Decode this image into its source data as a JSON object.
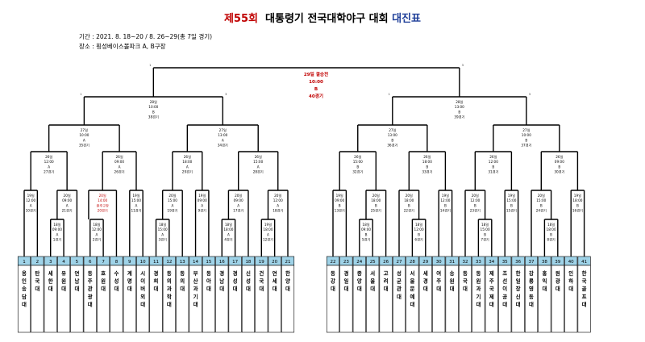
{
  "header": {
    "title_edition": "제55회",
    "title_main": "대통령기 전국대학야구 대회",
    "title_suffix": "대진표",
    "period": "기간 : 2021. 8. 18~20 / 8. 26~29(총 7일 경기)",
    "venue": "장소 : 횡성베이스볼파크 A, B구장"
  },
  "final_game": [
    "29일 결승전",
    "10:00",
    "B",
    "40경기"
  ],
  "teams": [
    {
      "num": "1",
      "name": "용인송담대"
    },
    {
      "num": "2",
      "name": "탄국대"
    },
    {
      "num": "3",
      "name": "세한대"
    },
    {
      "num": "4",
      "name": "유원대"
    },
    {
      "num": "5",
      "name": "연남대"
    },
    {
      "num": "6",
      "name": "동주관광대"
    },
    {
      "num": "7",
      "name": "호원대"
    },
    {
      "num": "8",
      "name": "수성대"
    },
    {
      "num": "9",
      "name": "계명대"
    },
    {
      "num": "10",
      "name": "시이버외대"
    },
    {
      "num": "11",
      "name": "경희대"
    },
    {
      "num": "12",
      "name": "동의과학대"
    },
    {
      "num": "13",
      "name": "동의대"
    },
    {
      "num": "14",
      "name": "부산과기대"
    },
    {
      "num": "15",
      "name": "동아대"
    },
    {
      "num": "16",
      "name": "경남대"
    },
    {
      "num": "17",
      "name": "경성대"
    },
    {
      "num": "18",
      "name": "신성대"
    },
    {
      "num": "19",
      "name": "건국대"
    },
    {
      "num": "20",
      "name": "연세대"
    },
    {
      "num": "21",
      "name": "한양대"
    },
    {
      "num": "22",
      "name": "동강대"
    },
    {
      "num": "23",
      "name": "경일대"
    },
    {
      "num": "24",
      "name": "중앙대"
    },
    {
      "num": "25",
      "name": "서울대"
    },
    {
      "num": "26",
      "name": "고려대"
    },
    {
      "num": "27",
      "name": "성균관대"
    },
    {
      "num": "28",
      "name": "서울문예대"
    },
    {
      "num": "29",
      "name": "세경대"
    },
    {
      "num": "30",
      "name": "여주대"
    },
    {
      "num": "31",
      "name": "송원대"
    },
    {
      "num": "32",
      "name": "동국대"
    },
    {
      "num": "33",
      "name": "동원과기대"
    },
    {
      "num": "34",
      "name": "제주국제대"
    },
    {
      "num": "35",
      "name": "조선이공대"
    },
    {
      "num": "36",
      "name": "한일장신대"
    },
    {
      "num": "37",
      "name": "강릉영동대"
    },
    {
      "num": "38",
      "name": "홍익대"
    },
    {
      "num": "39",
      "name": "원광대"
    },
    {
      "num": "40",
      "name": "인하대"
    },
    {
      "num": "41",
      "name": "한국골프대"
    }
  ],
  "games": [
    {
      "id": "g1",
      "info": [
        "18일",
        "09:00",
        "A",
        "1경기"
      ],
      "red": false
    },
    {
      "id": "g2",
      "info": [
        "18일",
        "12:00",
        "A",
        "2경기"
      ],
      "red": false
    },
    {
      "id": "g3",
      "info": [
        "18일",
        "15:00",
        "A",
        "3경기"
      ],
      "red": false
    },
    {
      "id": "g4",
      "info": [
        "18일",
        "18:00",
        "A",
        "4경기"
      ],
      "red": false
    },
    {
      "id": "g5",
      "info": [
        "18일",
        "09:00",
        "B",
        "5경기"
      ],
      "red": false
    },
    {
      "id": "g6",
      "info": [
        "18일",
        "12:00",
        "B",
        "6경기"
      ],
      "red": false
    },
    {
      "id": "g7",
      "info": [
        "18일",
        "15:00",
        "B",
        "7경기"
      ],
      "red": false
    },
    {
      "id": "g8",
      "info": [
        "18일",
        "18:00",
        "B",
        "8경기"
      ],
      "red": false
    },
    {
      "id": "g9",
      "info": [
        "19일",
        "09:00",
        "A",
        "9경기"
      ],
      "red": false
    },
    {
      "id": "g10",
      "info": [
        "19일",
        "12:00",
        "A",
        "10경기"
      ],
      "red": false
    },
    {
      "id": "g11",
      "info": [
        "19일",
        "15:00",
        "A",
        "11경기"
      ],
      "red": false
    },
    {
      "id": "g12",
      "info": [
        "19일",
        "18:00",
        "A",
        "12경기"
      ],
      "red": false
    },
    {
      "id": "g13",
      "info": [
        "19일",
        "09:00",
        "B",
        "13경기"
      ],
      "red": false
    },
    {
      "id": "g14",
      "info": [
        "19일",
        "12:00",
        "B",
        "14경기"
      ],
      "red": false
    },
    {
      "id": "g15",
      "info": [
        "19일",
        "15:00",
        "B",
        "15경기"
      ],
      "red": false
    },
    {
      "id": "g16",
      "info": [
        "19일",
        "18:00",
        "B",
        "16경기"
      ],
      "red": false
    },
    {
      "id": "g17",
      "info": [
        "20일",
        "09:00",
        "A",
        "17경기"
      ],
      "red": false
    },
    {
      "id": "g18",
      "info": [
        "20일",
        "12:00",
        "A",
        "18경기"
      ],
      "red": false
    },
    {
      "id": "g19",
      "info": [
        "20일",
        "15:00",
        "A",
        "19경기"
      ],
      "red": false
    },
    {
      "id": "g20",
      "info": [
        "20일",
        "14:00",
        "원주구장",
        "20경기"
      ],
      "red": true
    },
    {
      "id": "g21",
      "info": [
        "20일",
        "09:00",
        "A",
        "21경기"
      ],
      "red": false
    },
    {
      "id": "g22",
      "info": [
        "20일",
        "18:00",
        "B",
        "22경기"
      ],
      "red": false
    },
    {
      "id": "g23",
      "info": [
        "20일",
        "12:00",
        "B",
        "23경기"
      ],
      "red": false
    },
    {
      "id": "g24",
      "info": [
        "20일",
        "15:00",
        "B",
        "24경기"
      ],
      "red": false
    },
    {
      "id": "g25",
      "info": [
        "20일",
        "18:00",
        "B",
        "25경기"
      ],
      "red": false
    },
    {
      "id": "g26",
      "info": [
        "26일",
        "09:00",
        "A",
        "26경기"
      ],
      "red": false
    },
    {
      "id": "g27",
      "info": [
        "26일",
        "12:00",
        "A",
        "27경기"
      ],
      "red": false
    },
    {
      "id": "g28",
      "info": [
        "26일",
        "15:00",
        "A",
        "28경기"
      ],
      "red": false
    },
    {
      "id": "g29",
      "info": [
        "26일",
        "18:00",
        "A",
        "29경기"
      ],
      "red": false
    },
    {
      "id": "g30",
      "info": [
        "26일",
        "09:00",
        "B",
        "30경기"
      ],
      "red": false
    },
    {
      "id": "g31",
      "info": [
        "26일",
        "12:00",
        "B",
        "31경기"
      ],
      "red": false
    },
    {
      "id": "g32",
      "info": [
        "26일",
        "15:00",
        "B",
        "32경기"
      ],
      "red": false
    },
    {
      "id": "g33",
      "info": [
        "26일",
        "18:00",
        "B",
        "33경기"
      ],
      "red": false
    },
    {
      "id": "g34",
      "info": [
        "27일",
        "13:00",
        "A",
        "34경기"
      ],
      "red": false
    },
    {
      "id": "g35",
      "info": [
        "27일",
        "10:00",
        "A",
        "35경기"
      ],
      "red": false
    },
    {
      "id": "g36",
      "info": [
        "27일",
        "13:00",
        "B",
        "36경기"
      ],
      "red": false
    },
    {
      "id": "g37",
      "info": [
        "27일",
        "10:00",
        "B",
        "37경기"
      ],
      "red": false
    },
    {
      "id": "g38",
      "info": [
        "28일",
        "10:00",
        "B",
        "38경기"
      ],
      "red": false
    },
    {
      "id": "g39",
      "info": [
        "28일",
        "13:00",
        "B",
        "39경기"
      ],
      "red": false
    }
  ]
}
